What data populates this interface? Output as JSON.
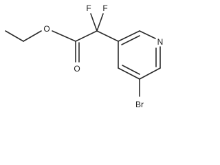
{
  "diagram": {
    "type": "chemical-structure",
    "atom_labels": {
      "oxygen_ester": "O",
      "oxygen_carbonyl": "O",
      "fluorine_left": "F",
      "fluorine_right": "F",
      "nitrogen": "N",
      "bromine": "Br"
    },
    "colors": {
      "bond": "#2b2b2b",
      "label": "#222222",
      "background": "#ffffff"
    }
  }
}
